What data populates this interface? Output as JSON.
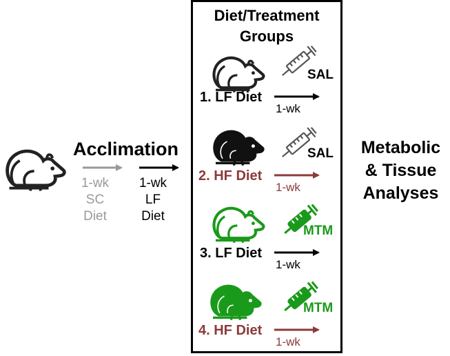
{
  "colors": {
    "black": "#000000",
    "gray": "#999999",
    "hf_red": "#8b3a3a",
    "mtm_green": "#1a9a1a"
  },
  "acclimation": {
    "title": "Acclimation",
    "step1": {
      "line1": "1-wk",
      "line2": "SC",
      "line3": "Diet"
    },
    "step2": {
      "line1": "1-wk",
      "line2": "LF",
      "line3": "Diet"
    }
  },
  "box": {
    "title_line1": "Diet/Treatment",
    "title_line2": "Groups"
  },
  "groups": [
    {
      "label": "1. LF Diet",
      "duration": "1-wk",
      "treatment": "SAL",
      "mouse": "outline-black",
      "syringe": "outline"
    },
    {
      "label": "2. HF Diet",
      "duration": "1-wk",
      "treatment": "SAL",
      "mouse": "filled-black",
      "syringe": "outline"
    },
    {
      "label": "3. LF Diet",
      "duration": "1-wk",
      "treatment": "MTM",
      "mouse": "outline-green",
      "syringe": "filled-green"
    },
    {
      "label": "4. HF Diet",
      "duration": "1-wk",
      "treatment": "MTM",
      "mouse": "filled-green",
      "syringe": "filled-green"
    }
  ],
  "outcome": {
    "line1": "Metabolic",
    "line2": "& Tissue",
    "line3": "Analyses"
  },
  "icons": [
    "mouse-icon",
    "syringe-icon",
    "arrow-icon"
  ]
}
